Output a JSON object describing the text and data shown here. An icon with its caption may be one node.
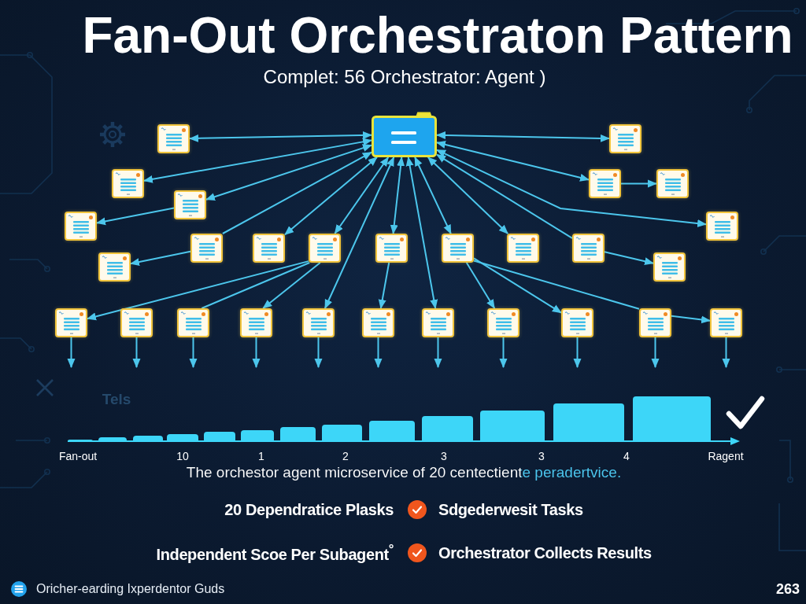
{
  "diagram": {
    "title": "Fan-Out Orchestraton Pattern",
    "caption": "The orchestor agent microservice of 20 centectiente peradertvice.",
    "nodes": [
      {
        "text": [],
        "shape": "folder"
      },
      {
        "text": [],
        "shape": "document"
      },
      {
        "text": [],
        "shape": "document"
      },
      {
        "text": [],
        "shape": "document"
      },
      {
        "text": [],
        "shape": "document"
      },
      {
        "text": [],
        "shape": "document"
      },
      {
        "text": [],
        "shape": "document"
      },
      {
        "text": [],
        "shape": "document"
      },
      {
        "text": [],
        "shape": "document"
      },
      {
        "text": [],
        "shape": "document"
      },
      {
        "text": [],
        "shape": "document"
      },
      {
        "text": [],
        "shape": "document"
      },
      {
        "text": [],
        "shape": "document"
      },
      {
        "text": [],
        "shape": "document"
      },
      {
        "text": [],
        "shape": "document"
      },
      {
        "text": [],
        "shape": "document"
      },
      {
        "text": [],
        "shape": "document"
      },
      {
        "text": [],
        "shape": "document"
      },
      {
        "text": [],
        "shape": "document"
      },
      {
        "text": [],
        "shape": "document"
      },
      {
        "text": [],
        "shape": "document"
      },
      {
        "text": [],
        "shape": "document"
      },
      {
        "text": [],
        "shape": "document"
      },
      {
        "text": [],
        "shape": "document"
      },
      {
        "text": [],
        "shape": "document"
      },
      {
        "text": [],
        "shape": "document"
      },
      {
        "text": [],
        "shape": "document"
      },
      {
        "text": [],
        "shape": "document"
      },
      {
        "text": [],
        "shape": "document"
      },
      {
        "text": [],
        "shape": "bar"
      },
      {
        "text": [],
        "shape": "bar"
      },
      {
        "text": [],
        "shape": "bar"
      },
      {
        "text": [],
        "shape": "bar"
      },
      {
        "text": [],
        "shape": "bar"
      },
      {
        "text": [],
        "shape": "bar"
      },
      {
        "text": [],
        "shape": "bar"
      },
      {
        "text": [],
        "shape": "bar"
      },
      {
        "text": [],
        "shape": "bar"
      },
      {
        "text": [],
        "shape": "bar"
      },
      {
        "text": [],
        "shape": "bar"
      },
      {
        "text": [],
        "shape": "bar"
      },
      {
        "text": [],
        "shape": "bar"
      }
    ],
    "edges": [
      {
        "from": 0,
        "to": 1,
        "arrow": "both"
      },
      {
        "from": 0,
        "to": 2,
        "arrow": "both"
      },
      {
        "from": 0,
        "to": 3,
        "arrow": "both"
      },
      {
        "from": 0,
        "to": 4,
        "arrow": "both"
      },
      {
        "from": 4,
        "to": 5,
        "arrow": "to"
      },
      {
        "from": 0,
        "to": 6,
        "arrow": "both"
      },
      {
        "from": 6,
        "to": 7,
        "arrow": "to"
      },
      {
        "from": 0,
        "to": 8,
        "arrow": "both"
      },
      {
        "from": 9,
        "to": 0,
        "arrow": "to"
      },
      {
        "from": 9,
        "to": 16,
        "arrow": "to"
      },
      {
        "from": 0,
        "to": 10,
        "arrow": "both"
      },
      {
        "from": 0,
        "to": 11,
        "arrow": "both"
      },
      {
        "from": 0,
        "to": 12,
        "arrow": "both"
      },
      {
        "from": 0,
        "to": 13,
        "arrow": "both"
      },
      {
        "from": 0,
        "to": 14,
        "arrow": "both"
      },
      {
        "from": 15,
        "to": 0,
        "arrow": "to"
      },
      {
        "from": 15,
        "to": 17,
        "arrow": "to"
      },
      {
        "from": 11,
        "to": 18,
        "arrow": "to"
      },
      {
        "from": 11,
        "to": 20,
        "arrow": "none"
      },
      {
        "from": 11,
        "to": 21,
        "arrow": "to"
      },
      {
        "from": 0,
        "to": 22,
        "arrow": "both"
      },
      {
        "from": 12,
        "to": 23,
        "arrow": "to"
      },
      {
        "from": 0,
        "to": 24,
        "arrow": "both"
      },
      {
        "from": 13,
        "to": 25,
        "arrow": "to"
      },
      {
        "from": 13,
        "to": 26,
        "arrow": "to"
      },
      {
        "from": 13,
        "to": 27,
        "arrow": "none"
      },
      {
        "from": 27,
        "to": 28,
        "arrow": "to"
      },
      {
        "from": 18,
        "to": null,
        "arrow": "to"
      },
      {
        "from": 19,
        "to": null,
        "arrow": "to"
      },
      {
        "from": 20,
        "to": null,
        "arrow": "to"
      },
      {
        "from": 21,
        "to": null,
        "arrow": "to"
      },
      {
        "from": 22,
        "to": null,
        "arrow": "to"
      },
      {
        "from": 23,
        "to": null,
        "arrow": "to"
      },
      {
        "from": 24,
        "to": null,
        "arrow": "to"
      },
      {
        "from": 25,
        "to": null,
        "arrow": "to"
      },
      {
        "from": 26,
        "to": null,
        "arrow": "to"
      },
      {
        "from": 27,
        "to": null,
        "arrow": "to"
      },
      {
        "from": 28,
        "to": null,
        "arrow": "to"
      }
    ],
    "labels": [
      "Complet: 56 Orchestrator: Agent )",
      "Tels",
      "Fan-out",
      "10",
      "1",
      "2",
      "3",
      "3",
      "4",
      "Ragent",
      "20 Dependratice Plasks",
      "Sdgederwesit Tasks",
      "Independent Scoe Per Subagent$^{°}$",
      "Orchestrator Collects Results",
      "Oricher-earding Ixperdentor Guds",
      "263"
    ]
  }
}
